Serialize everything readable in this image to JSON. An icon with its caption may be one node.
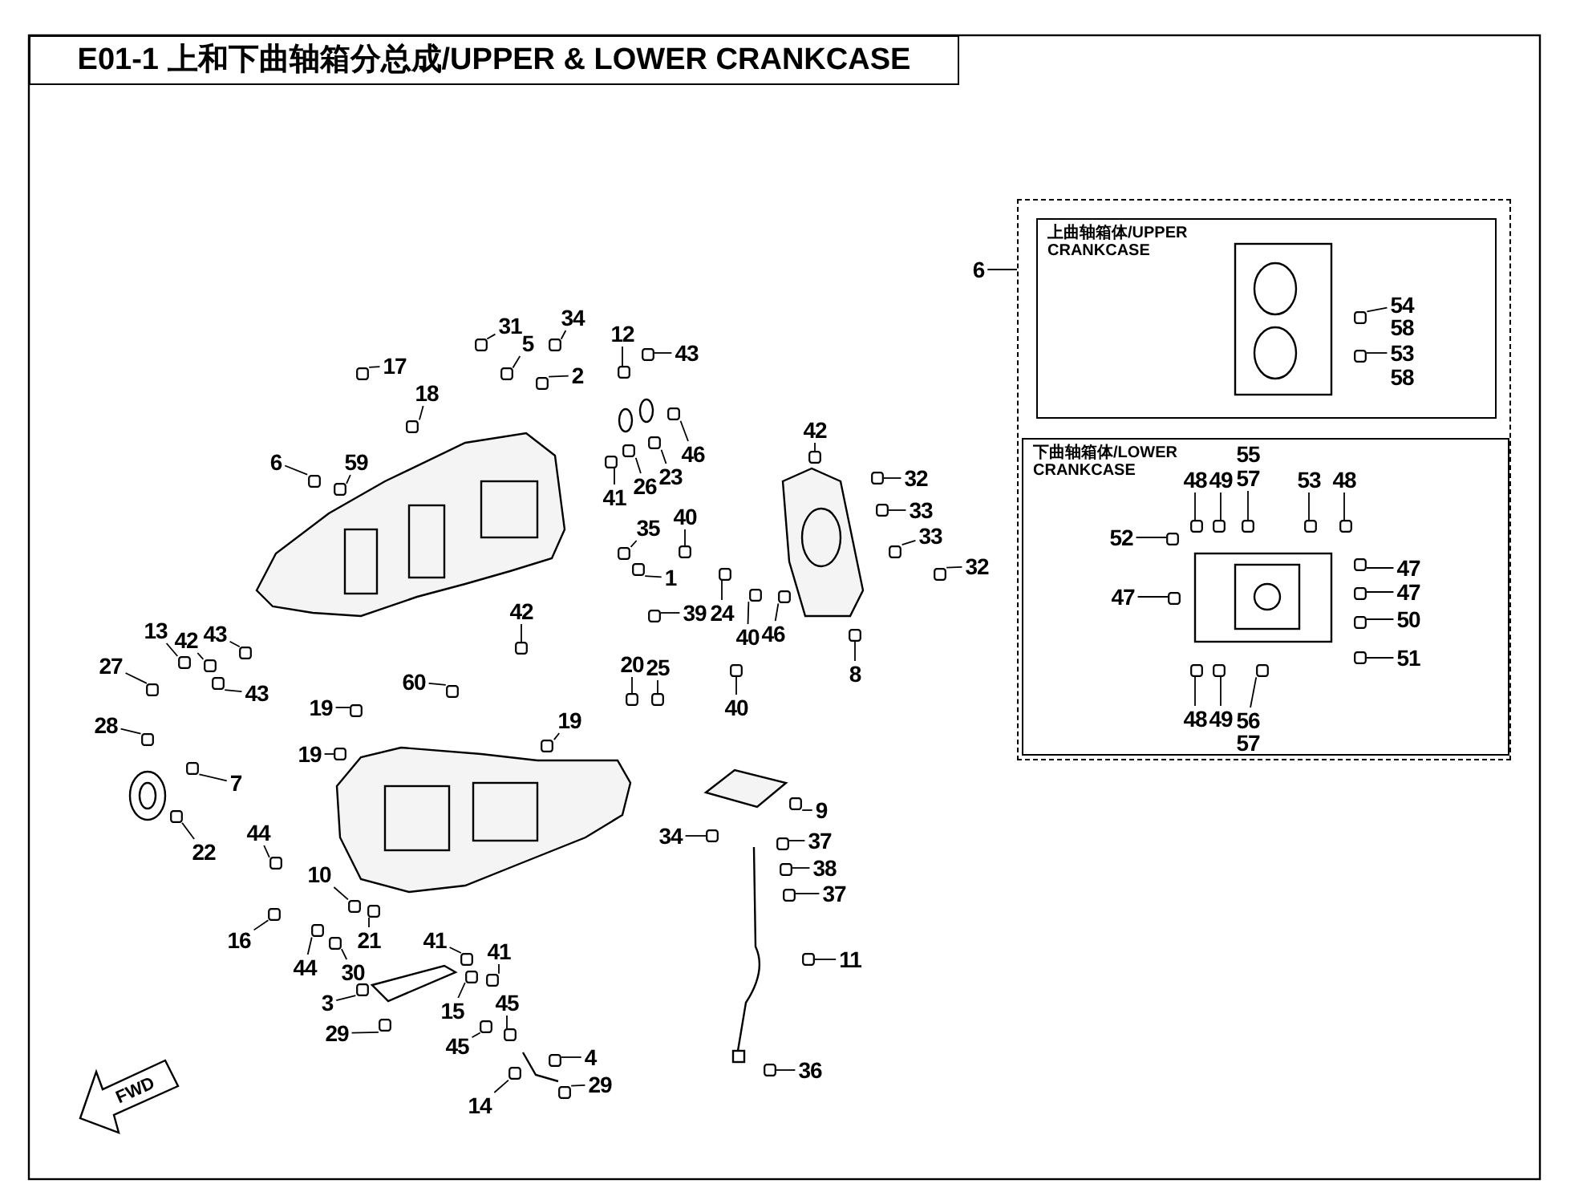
{
  "diagram": {
    "title": "E01-1 上和下曲轴箱分总成/UPPER & LOWER CRANKCASE",
    "nodes": [
      {
        "text": [],
        "shape": "box"
      },
      {
        "text": [
          "上曲轴箱体/UPPER CRANKCASE"
        ],
        "in": 0
      },
      {
        "text": [
          "下曲轴箱体/LOWER CRANKCASE"
        ],
        "in": 0
      },
      {
        "text": [
          "6"
        ]
      },
      {
        "text": [
          "54"
        ],
        "in": 1
      },
      {
        "text": [
          "58"
        ],
        "in": 1
      },
      {
        "text": [
          "53"
        ],
        "in": 1
      },
      {
        "text": [
          "58"
        ],
        "in": 1
      },
      {
        "text": [
          "55"
        ],
        "in": 2
      },
      {
        "text": [
          "48"
        ],
        "in": 2
      },
      {
        "text": [
          "49"
        ],
        "in": 2
      },
      {
        "text": [
          "57"
        ],
        "in": 2
      },
      {
        "text": [
          "53"
        ],
        "in": 2
      },
      {
        "text": [
          "48"
        ],
        "in": 2
      },
      {
        "text": [
          "52"
        ],
        "in": 2
      },
      {
        "text": [
          "47"
        ],
        "in": 2
      },
      {
        "text": [
          "47"
        ],
        "in": 2
      },
      {
        "text": [
          "47"
        ],
        "in": 2
      },
      {
        "text": [
          "50"
        ],
        "in": 2
      },
      {
        "text": [
          "51"
        ],
        "in": 2
      },
      {
        "text": [
          "48"
        ],
        "in": 2
      },
      {
        "text": [
          "49"
        ],
        "in": 2
      },
      {
        "text": [
          "56"
        ],
        "in": 2
      },
      {
        "text": [
          "57"
        ],
        "in": 2
      },
      {
        "text": [
          "31"
        ]
      },
      {
        "text": [
          "34"
        ]
      },
      {
        "text": [
          "5"
        ]
      },
      {
        "text": [
          "12"
        ]
      },
      {
        "text": [
          "43"
        ]
      },
      {
        "text": [
          "17"
        ]
      },
      {
        "text": [
          "2"
        ]
      },
      {
        "text": [
          "18"
        ]
      },
      {
        "text": [
          "6"
        ]
      },
      {
        "text": [
          "59"
        ]
      },
      {
        "text": [
          "46"
        ]
      },
      {
        "text": [
          "26"
        ]
      },
      {
        "text": [
          "23"
        ]
      },
      {
        "text": [
          "41"
        ]
      },
      {
        "text": [
          "42"
        ]
      },
      {
        "text": [
          "32"
        ]
      },
      {
        "text": [
          "33"
        ]
      },
      {
        "text": [
          "35"
        ]
      },
      {
        "text": [
          "40"
        ]
      },
      {
        "text": [
          "33"
        ]
      },
      {
        "text": [
          "32"
        ]
      },
      {
        "text": [
          "1"
        ]
      },
      {
        "text": [
          "42"
        ]
      },
      {
        "text": [
          "24"
        ]
      },
      {
        "text": [
          "39"
        ]
      },
      {
        "text": [
          "40"
        ]
      },
      {
        "text": [
          "46"
        ]
      },
      {
        "text": [
          "13"
        ]
      },
      {
        "text": [
          "42"
        ]
      },
      {
        "text": [
          "43"
        ]
      },
      {
        "text": [
          "27"
        ]
      },
      {
        "text": [
          "43"
        ]
      },
      {
        "text": [
          "8"
        ]
      },
      {
        "text": [
          "20"
        ]
      },
      {
        "text": [
          "25"
        ]
      },
      {
        "text": [
          "60"
        ]
      },
      {
        "text": [
          "40"
        ]
      },
      {
        "text": [
          "19"
        ]
      },
      {
        "text": [
          "19"
        ]
      },
      {
        "text": [
          "28"
        ]
      },
      {
        "text": [
          "19"
        ]
      },
      {
        "text": [
          "7"
        ]
      },
      {
        "text": [
          "9"
        ]
      },
      {
        "text": [
          "22"
        ]
      },
      {
        "text": [
          "34"
        ]
      },
      {
        "text": [
          "37"
        ]
      },
      {
        "text": [
          "44"
        ]
      },
      {
        "text": [
          "38"
        ]
      },
      {
        "text": [
          "10"
        ]
      },
      {
        "text": [
          "37"
        ]
      },
      {
        "text": [
          "16"
        ]
      },
      {
        "text": [
          "21"
        ]
      },
      {
        "text": [
          "41"
        ]
      },
      {
        "text": [
          "41"
        ]
      },
      {
        "text": [
          "11"
        ]
      },
      {
        "text": [
          "30"
        ]
      },
      {
        "text": [
          "44"
        ]
      },
      {
        "text": [
          "3"
        ]
      },
      {
        "text": [
          "45"
        ]
      },
      {
        "text": [
          "15"
        ]
      },
      {
        "text": [
          "29"
        ]
      },
      {
        "text": [
          "45"
        ]
      },
      {
        "text": [
          "4"
        ]
      },
      {
        "text": [
          "29"
        ]
      },
      {
        "text": [
          "14"
        ]
      },
      {
        "text": [
          "36"
        ]
      },
      {
        "text": [],
        "shape": "box",
        "in": 1
      },
      {
        "text": [],
        "shape": "box",
        "in": 1
      },
      {
        "text": [],
        "shape": "box",
        "in": 2
      },
      {
        "text": [],
        "shape": "box",
        "in": 2
      },
      {
        "text": [],
        "shape": "box",
        "in": 2
      },
      {
        "text": [],
        "shape": "box",
        "in": 2
      },
      {
        "text": [],
        "shape": "box",
        "in": 2
      },
      {
        "text": [],
        "shape": "box",
        "in": 2
      },
      {
        "text": [],
        "shape": "box",
        "in": 2
      },
      {
        "text": [],
        "shape": "box",
        "in": 2
      },
      {
        "text": [],
        "shape": "box",
        "in": 2
      },
      {
        "text": [],
        "shape": "box",
        "in": 2
      },
      {
        "text": [],
        "shape": "box",
        "in": 2
      },
      {
        "text": [],
        "shape": "box",
        "in": 2
      },
      {
        "text": [],
        "shape": "box",
        "in": 2
      },
      {
        "text": [],
        "shape": "box",
        "in": 2
      },
      {
        "text": [],
        "shape": "box"
      },
      {
        "text": [],
        "shape": "box"
      },
      {
        "text": [],
        "shape": "box"
      },
      {
        "text": [],
        "shape": "box"
      },
      {
        "text": [],
        "shape": "box"
      },
      {
        "text": [],
        "shape": "box"
      },
      {
        "text": [],
        "shape": "box"
      },
      {
        "text": [],
        "shape": "box"
      },
      {
        "text": [],
        "shape": "box"
      },
      {
        "text": [],
        "shape": "box"
      },
      {
        "text": [],
        "shape": "box"
      },
      {
        "text": [],
        "shape": "box"
      },
      {
        "text": [],
        "shape": "box"
      },
      {
        "text": [],
        "shape": "box"
      },
      {
        "text": [],
        "shape": "box"
      },
      {
        "text": [],
        "shape": "box"
      },
      {
        "text": [],
        "shape": "box"
      },
      {
        "text": [],
        "shape": "box"
      },
      {
        "text": [],
        "shape": "box"
      },
      {
        "text": [],
        "shape": "box"
      },
      {
        "text": [],
        "shape": "box"
      },
      {
        "text": [],
        "shape": "box"
      },
      {
        "text": [],
        "shape": "box"
      },
      {
        "text": [],
        "shape": "box"
      },
      {
        "text": [],
        "shape": "box"
      },
      {
        "text": [],
        "shape": "box"
      },
      {
        "text": [],
        "shape": "box"
      },
      {
        "text": [],
        "shape": "box"
      },
      {
        "text": [],
        "shape": "box"
      },
      {
        "text": [],
        "shape": "box"
      },
      {
        "text": [],
        "shape": "box"
      },
      {
        "text": [],
        "shape": "box"
      },
      {
        "text": [],
        "shape": "box"
      },
      {
        "text": [],
        "shape": "box"
      },
      {
        "text": [],
        "shape": "box"
      },
      {
        "text": [],
        "shape": "box"
      },
      {
        "text": [],
        "shape": "box"
      },
      {
        "text": [],
        "shape": "box"
      },
      {
        "text": [],
        "shape": "box"
      },
      {
        "text": [],
        "shape": "box"
      },
      {
        "text": [],
        "shape": "box"
      },
      {
        "text": [],
        "shape": "box"
      },
      {
        "text": [],
        "shape": "box"
      },
      {
        "text": [],
        "shape": "box"
      },
      {
        "text": [],
        "shape": "box"
      },
      {
        "text": [],
        "shape": "box"
      },
      {
        "text": [],
        "shape": "box"
      },
      {
        "text": [],
        "shape": "box"
      },
      {
        "text": [],
        "shape": "box"
      },
      {
        "text": [],
        "shape": "box"
      },
      {
        "text": [],
        "shape": "box"
      },
      {
        "text": [],
        "shape": "box"
      },
      {
        "text": [],
        "shape": "box"
      },
      {
        "text": [],
        "shape": "box"
      },
      {
        "text": [],
        "shape": "box"
      },
      {
        "text": [],
        "shape": "box"
      },
      {
        "text": [],
        "shape": "box"
      },
      {
        "text": [],
        "shape": "box"
      },
      {
        "text": [],
        "shape": "box"
      },
      {
        "text": [],
        "shape": "box"
      },
      {
        "text": [],
        "shape": "box"
      },
      {
        "text": [],
        "shape": "box"
      },
      {
        "text": [],
        "shape": "box"
      },
      {
        "text": [],
        "shape": "box"
      },
      {
        "text": [],
        "shape": "box"
      },
      {
        "text": [],
        "shape": "box"
      }
    ],
    "edges": [
      {
        "from": 3,
        "to": 0,
        "arrow": "none"
      },
      {
        "from": 4,
        "to": 90,
        "arrow": "none"
      },
      {
        "from": 6,
        "to": 91,
        "arrow": "none"
      },
      {
        "from": 9,
        "to": 92,
        "arrow": "none"
      },
      {
        "from": 10,
        "to": 93,
        "arrow": "none"
      },
      {
        "from": 11,
        "to": 94,
        "arrow": "none"
      },
      {
        "from": 12,
        "to": 95,
        "arrow": "none"
      },
      {
        "from": 13,
        "to": 96,
        "arrow": "none"
      },
      {
        "from": 14,
        "to": 97,
        "arrow": "none"
      },
      {
        "from": 15,
        "to": 98,
        "arrow": "none"
      },
      {
        "from": 16,
        "to": 99,
        "arrow": "none"
      },
      {
        "from": 17,
        "to": 100,
        "arrow": "none"
      },
      {
        "from": 18,
        "to": 101,
        "arrow": "none"
      },
      {
        "from": 19,
        "to": 102,
        "arrow": "none"
      },
      {
        "from": 20,
        "to": 103,
        "arrow": "none"
      },
      {
        "from": 21,
        "to": 104,
        "arrow": "none"
      },
      {
        "from": 22,
        "to": 105,
        "arrow": "none"
      },
      {
        "from": 24,
        "to": 106,
        "arrow": "none"
      },
      {
        "from": 25,
        "to": 107,
        "arrow": "none"
      },
      {
        "from": 26,
        "to": 108,
        "arrow": "none"
      },
      {
        "from": 27,
        "to": 109,
        "arrow": "none"
      },
      {
        "from": 28,
        "to": 110,
        "arrow": "none"
      },
      {
        "from": 29,
        "to": 111,
        "arrow": "none"
      },
      {
        "from": 30,
        "to": 112,
        "arrow": "none"
      },
      {
        "from": 31,
        "to": 113,
        "arrow": "none"
      },
      {
        "from": 32,
        "to": 114,
        "arrow": "none"
      },
      {
        "from": 33,
        "to": 115,
        "arrow": "none"
      },
      {
        "from": 34,
        "to": 116,
        "arrow": "none"
      },
      {
        "from": 35,
        "to": 117,
        "arrow": "none"
      },
      {
        "from": 36,
        "to": 118,
        "arrow": "none"
      },
      {
        "from": 37,
        "to": 119,
        "arrow": "none"
      },
      {
        "from": 38,
        "to": 120,
        "arrow": "none"
      },
      {
        "from": 39,
        "to": 121,
        "arrow": "none"
      },
      {
        "from": 40,
        "to": 122,
        "arrow": "none"
      },
      {
        "from": 41,
        "to": 123,
        "arrow": "none"
      },
      {
        "from": 42,
        "to": 124,
        "arrow": "none"
      },
      {
        "from": 43,
        "to": 125,
        "arrow": "none"
      },
      {
        "from": 44,
        "to": 126,
        "arrow": "none"
      },
      {
        "from": 45,
        "to": 127,
        "arrow": "none"
      },
      {
        "from": 46,
        "to": 128,
        "arrow": "none"
      },
      {
        "from": 47,
        "to": 129,
        "arrow": "none"
      },
      {
        "from": 48,
        "to": 130,
        "arrow": "none"
      },
      {
        "from": 49,
        "to": 131,
        "arrow": "none"
      },
      {
        "from": 50,
        "to": 132,
        "arrow": "none"
      },
      {
        "from": 51,
        "to": 133,
        "arrow": "none"
      },
      {
        "from": 52,
        "to": 134,
        "arrow": "none"
      },
      {
        "from": 53,
        "to": 135,
        "arrow": "none"
      },
      {
        "from": 54,
        "to": 136,
        "arrow": "none"
      },
      {
        "from": 55,
        "to": 137,
        "arrow": "none"
      },
      {
        "from": 56,
        "to": 138,
        "arrow": "none"
      },
      {
        "from": 57,
        "to": 139,
        "arrow": "none"
      },
      {
        "from": 58,
        "to": 140,
        "arrow": "none"
      },
      {
        "from": 59,
        "to": 141,
        "arrow": "none"
      },
      {
        "from": 60,
        "to": 142,
        "arrow": "none"
      },
      {
        "from": 61,
        "to": 143,
        "arrow": "none"
      },
      {
        "from": 62,
        "to": 144,
        "arrow": "none"
      },
      {
        "from": 63,
        "to": 145,
        "arrow": "none"
      },
      {
        "from": 64,
        "to": 146,
        "arrow": "none"
      },
      {
        "from": 65,
        "to": 147,
        "arrow": "none"
      },
      {
        "from": 66,
        "to": 148,
        "arrow": "none"
      },
      {
        "from": 67,
        "to": 149,
        "arrow": "none"
      },
      {
        "from": 68,
        "to": 150,
        "arrow": "none"
      },
      {
        "from": 69,
        "to": 151,
        "arrow": "none"
      },
      {
        "from": 70,
        "to": 152,
        "arrow": "none"
      },
      {
        "from": 71,
        "to": 153,
        "arrow": "none"
      },
      {
        "from": 72,
        "to": 154,
        "arrow": "none"
      },
      {
        "from": 73,
        "to": 155,
        "arrow": "none"
      },
      {
        "from": 74,
        "to": 156,
        "arrow": "none"
      },
      {
        "from": 75,
        "to": 157,
        "arrow": "none"
      },
      {
        "from": 76,
        "to": 158,
        "arrow": "none"
      },
      {
        "from": 77,
        "to": 159,
        "arrow": "none"
      },
      {
        "from": 78,
        "to": 160,
        "arrow": "none"
      },
      {
        "from": 79,
        "to": 161,
        "arrow": "none"
      },
      {
        "from": 80,
        "to": 162,
        "arrow": "none"
      },
      {
        "from": 81,
        "to": 163,
        "arrow": "none"
      },
      {
        "from": 82,
        "to": 164,
        "arrow": "none"
      },
      {
        "from": 83,
        "to": 165,
        "arrow": "none"
      },
      {
        "from": 84,
        "to": 166,
        "arrow": "none"
      },
      {
        "from": 85,
        "to": 167,
        "arrow": "none"
      },
      {
        "from": 86,
        "to": 168,
        "arrow": "none"
      },
      {
        "from": 87,
        "to": 169,
        "arrow": "none"
      },
      {
        "from": 88,
        "to": 170,
        "arrow": "none"
      },
      {
        "from": 89,
        "to": 171,
        "arrow": "none"
      }
    ],
    "labels": [
      "FWD"
    ]
  }
}
